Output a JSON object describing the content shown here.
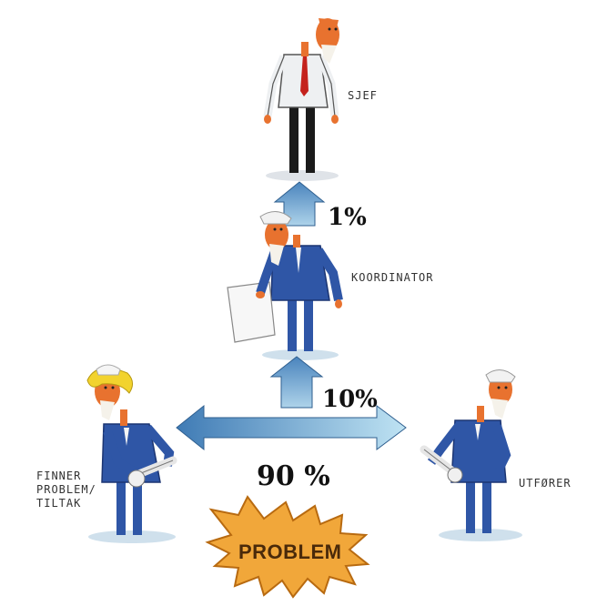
{
  "roles": {
    "chief": "SJEF",
    "coordinator": "KOORDINATOR",
    "finder": "FINNER\nPROBLEM/\nTILTAK",
    "executor": "UTFØRER"
  },
  "percentages": {
    "to_chief": "1%",
    "to_coordinator": "10%",
    "horizontal": "90 %"
  },
  "problem_label": "PROBLEM",
  "colors": {
    "arrow_blue": "#5b8fc2",
    "arrow_light": "#b9dcef",
    "burst_orange": "#f1a73a",
    "suit_blue": "#2f56a6",
    "skin": "#e8722f"
  }
}
